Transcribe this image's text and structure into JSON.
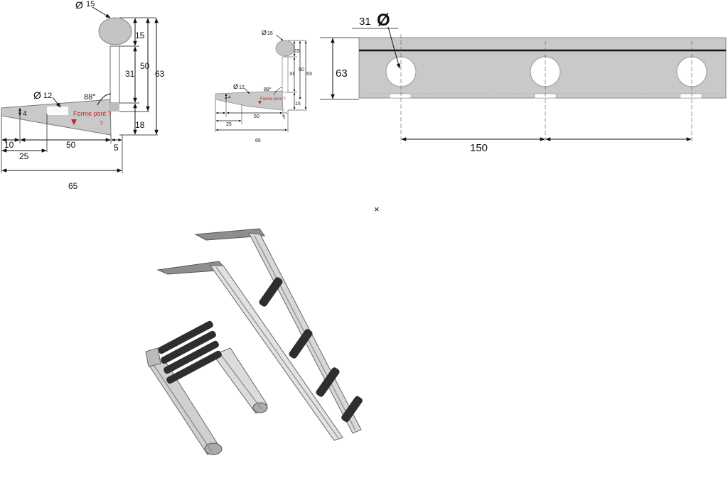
{
  "left_drawing": {
    "dia_top": "15",
    "dia_small": "12",
    "angle": "88°",
    "forme": "Forme pont ?",
    "q": "?",
    "d_15": "15",
    "d_31": "31",
    "d_50v": "50",
    "d_63": "63",
    "d_18": "18",
    "d_4": "4",
    "d_10": "10",
    "d_25": "25",
    "d_50h": "50",
    "d_5": "5",
    "d_65": "65"
  },
  "mid_drawing": {
    "dia_top": "15",
    "dia_small": "12",
    "angle": "88°",
    "forme": "Forme pont ?",
    "d_15": "15",
    "d_31": "31",
    "d_50v": "50",
    "d_63": "63",
    "d_4": "4",
    "d_25": "25",
    "d_50h": "50",
    "d_5": "5",
    "d_65": "65"
  },
  "right_drawing": {
    "dia": "31",
    "dia_symbol": "Ø",
    "height": "63",
    "spacing": "150"
  },
  "marker": "×",
  "colors": {
    "part_fill": "#c9c9c9",
    "line": "#111111",
    "annotation": "#c0282d"
  }
}
